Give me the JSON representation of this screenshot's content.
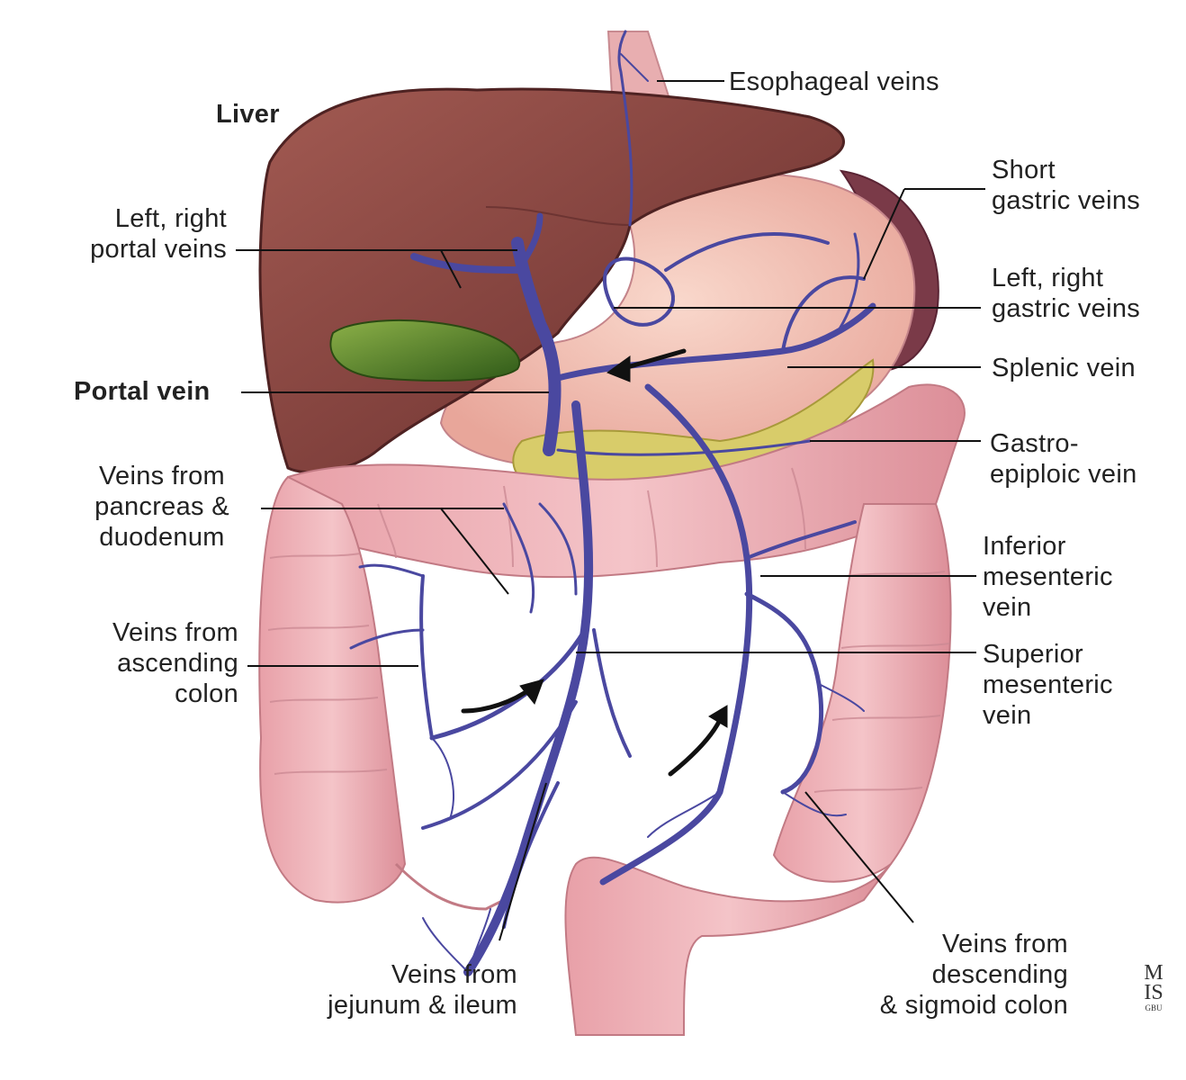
{
  "labels": {
    "esophageal": "Esophageal veins",
    "liver": "Liver",
    "short_gastric": [
      "Short",
      "gastric veins"
    ],
    "portal_lr": [
      "Left, right",
      "portal veins"
    ],
    "gastric_lr": [
      "Left, right",
      "gastric veins"
    ],
    "splenic": "Splenic vein",
    "portal": "Portal vein",
    "gastroepiploic": [
      "Gastro-",
      "epiploic vein"
    ],
    "pancreas": [
      "Veins from",
      "pancreas &",
      "duodenum"
    ],
    "inferior_mes": [
      "Inferior",
      "mesenteric",
      "vein"
    ],
    "ascending": [
      "Veins from",
      "ascending",
      "colon"
    ],
    "superior_mes": [
      "Superior",
      "mesenteric",
      "vein"
    ],
    "jejunum": [
      "Veins from",
      "jejunum & ileum"
    ],
    "descending": [
      "Veins from",
      "descending",
      "& sigmoid colon"
    ]
  },
  "signature": [
    "M",
    "IS",
    "GBU"
  ],
  "colors": {
    "liver": "#8a4a45",
    "gallbladder": "#4e7a28",
    "stomach": "#f2c0b4",
    "colon": "#e8a8ae",
    "pancreas": "#d8cc6a",
    "vein": "#4a48a0",
    "spleen": "#7a3a48"
  }
}
